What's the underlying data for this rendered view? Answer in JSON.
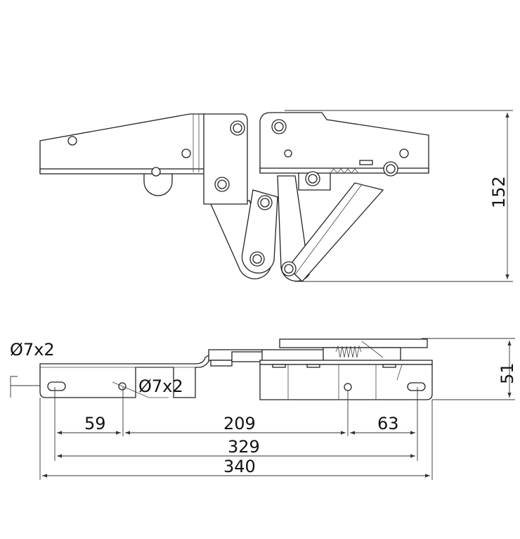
{
  "drawing": {
    "top_view": {
      "height_dimension": "152"
    },
    "side_view": {
      "height_dimension": "51",
      "hole_note_left": "Ø7x2",
      "hole_note_middle": "Ø7x2",
      "dimensions": {
        "d1": "59",
        "d2": "209",
        "d3": "63",
        "d4": "329",
        "d5": "340"
      }
    }
  }
}
